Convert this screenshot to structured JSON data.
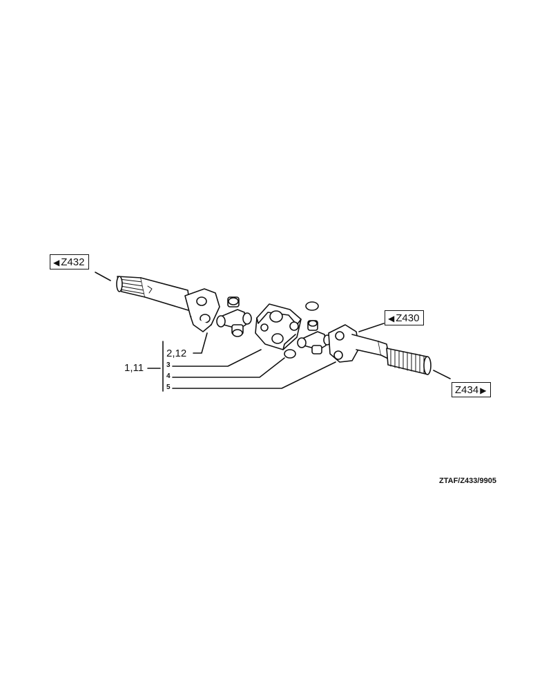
{
  "references": {
    "z432": {
      "label": "Z432",
      "arrow": "◀"
    },
    "z430": {
      "label": "Z430",
      "arrow": "◀"
    },
    "z434": {
      "label": "Z434",
      "arrow": "▶"
    }
  },
  "callouts": {
    "group_main": "1,11",
    "item_2_12": "2,12",
    "item_3": "3",
    "item_4": "4",
    "item_5": "5"
  },
  "footer_code": "ZTAF/Z433/9905",
  "colors": {
    "ink": "#111111",
    "paper": "#ffffff"
  },
  "icons": {
    "left_arrow": "triangle-left-icon",
    "right_arrow": "triangle-right-icon"
  }
}
